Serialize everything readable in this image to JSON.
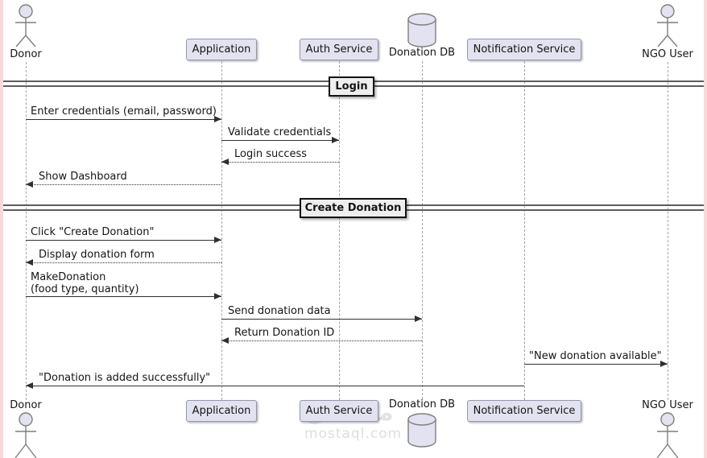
{
  "diagram": {
    "type": "uml-sequence-diagram",
    "participants": [
      {
        "name": "Donor",
        "kind": "actor"
      },
      {
        "name": "Application",
        "kind": "participant"
      },
      {
        "name": "Auth Service",
        "kind": "participant"
      },
      {
        "name": "Donation DB",
        "kind": "database"
      },
      {
        "name": "Notification Service",
        "kind": "participant"
      },
      {
        "name": "NGO User",
        "kind": "actor"
      }
    ],
    "sections": [
      {
        "title": "Login"
      },
      {
        "title": "Create Donation"
      }
    ],
    "messages": [
      {
        "from": "Donor",
        "to": "Application",
        "label": "Enter credentials (email, password)",
        "line": "solid"
      },
      {
        "from": "Application",
        "to": "Auth Service",
        "label": "Validate credentials",
        "line": "solid"
      },
      {
        "from": "Auth Service",
        "to": "Application",
        "label": "Login success",
        "line": "dotted"
      },
      {
        "from": "Application",
        "to": "Donor",
        "label": "Show Dashboard",
        "line": "dotted"
      },
      {
        "from": "Donor",
        "to": "Application",
        "label": "Click \"Create Donation\"",
        "line": "solid"
      },
      {
        "from": "Application",
        "to": "Donor",
        "label": "Display donation form",
        "line": "dotted"
      },
      {
        "from": "Donor",
        "to": "Application",
        "label": "MakeDonation\n(food type, quantity)",
        "line": "solid"
      },
      {
        "from": "Application",
        "to": "Donation DB",
        "label": "Send donation data",
        "line": "solid"
      },
      {
        "from": "Donation DB",
        "to": "Application",
        "label": "Return Donation ID",
        "line": "dotted"
      },
      {
        "from": "Notification Service",
        "to": "NGO User",
        "label": "\"New donation available\"",
        "line": "solid"
      },
      {
        "from": "Notification Service",
        "to": "Donor",
        "label": "\"Donation is added successfully\"",
        "line": "solid"
      }
    ],
    "watermark": {
      "logo_text": "مستقل",
      "site": "mostaql.com"
    },
    "colors": {
      "participant_fill": "#E2E2F0",
      "participant_border": "#9398A8",
      "message_line": "#303030",
      "lifeline": "#A5A5A5",
      "divider_fill": "#EEEEEE",
      "divider_border": "#131313",
      "page_edge": "#F9DADA",
      "watermark": "#E0E0E0"
    }
  }
}
